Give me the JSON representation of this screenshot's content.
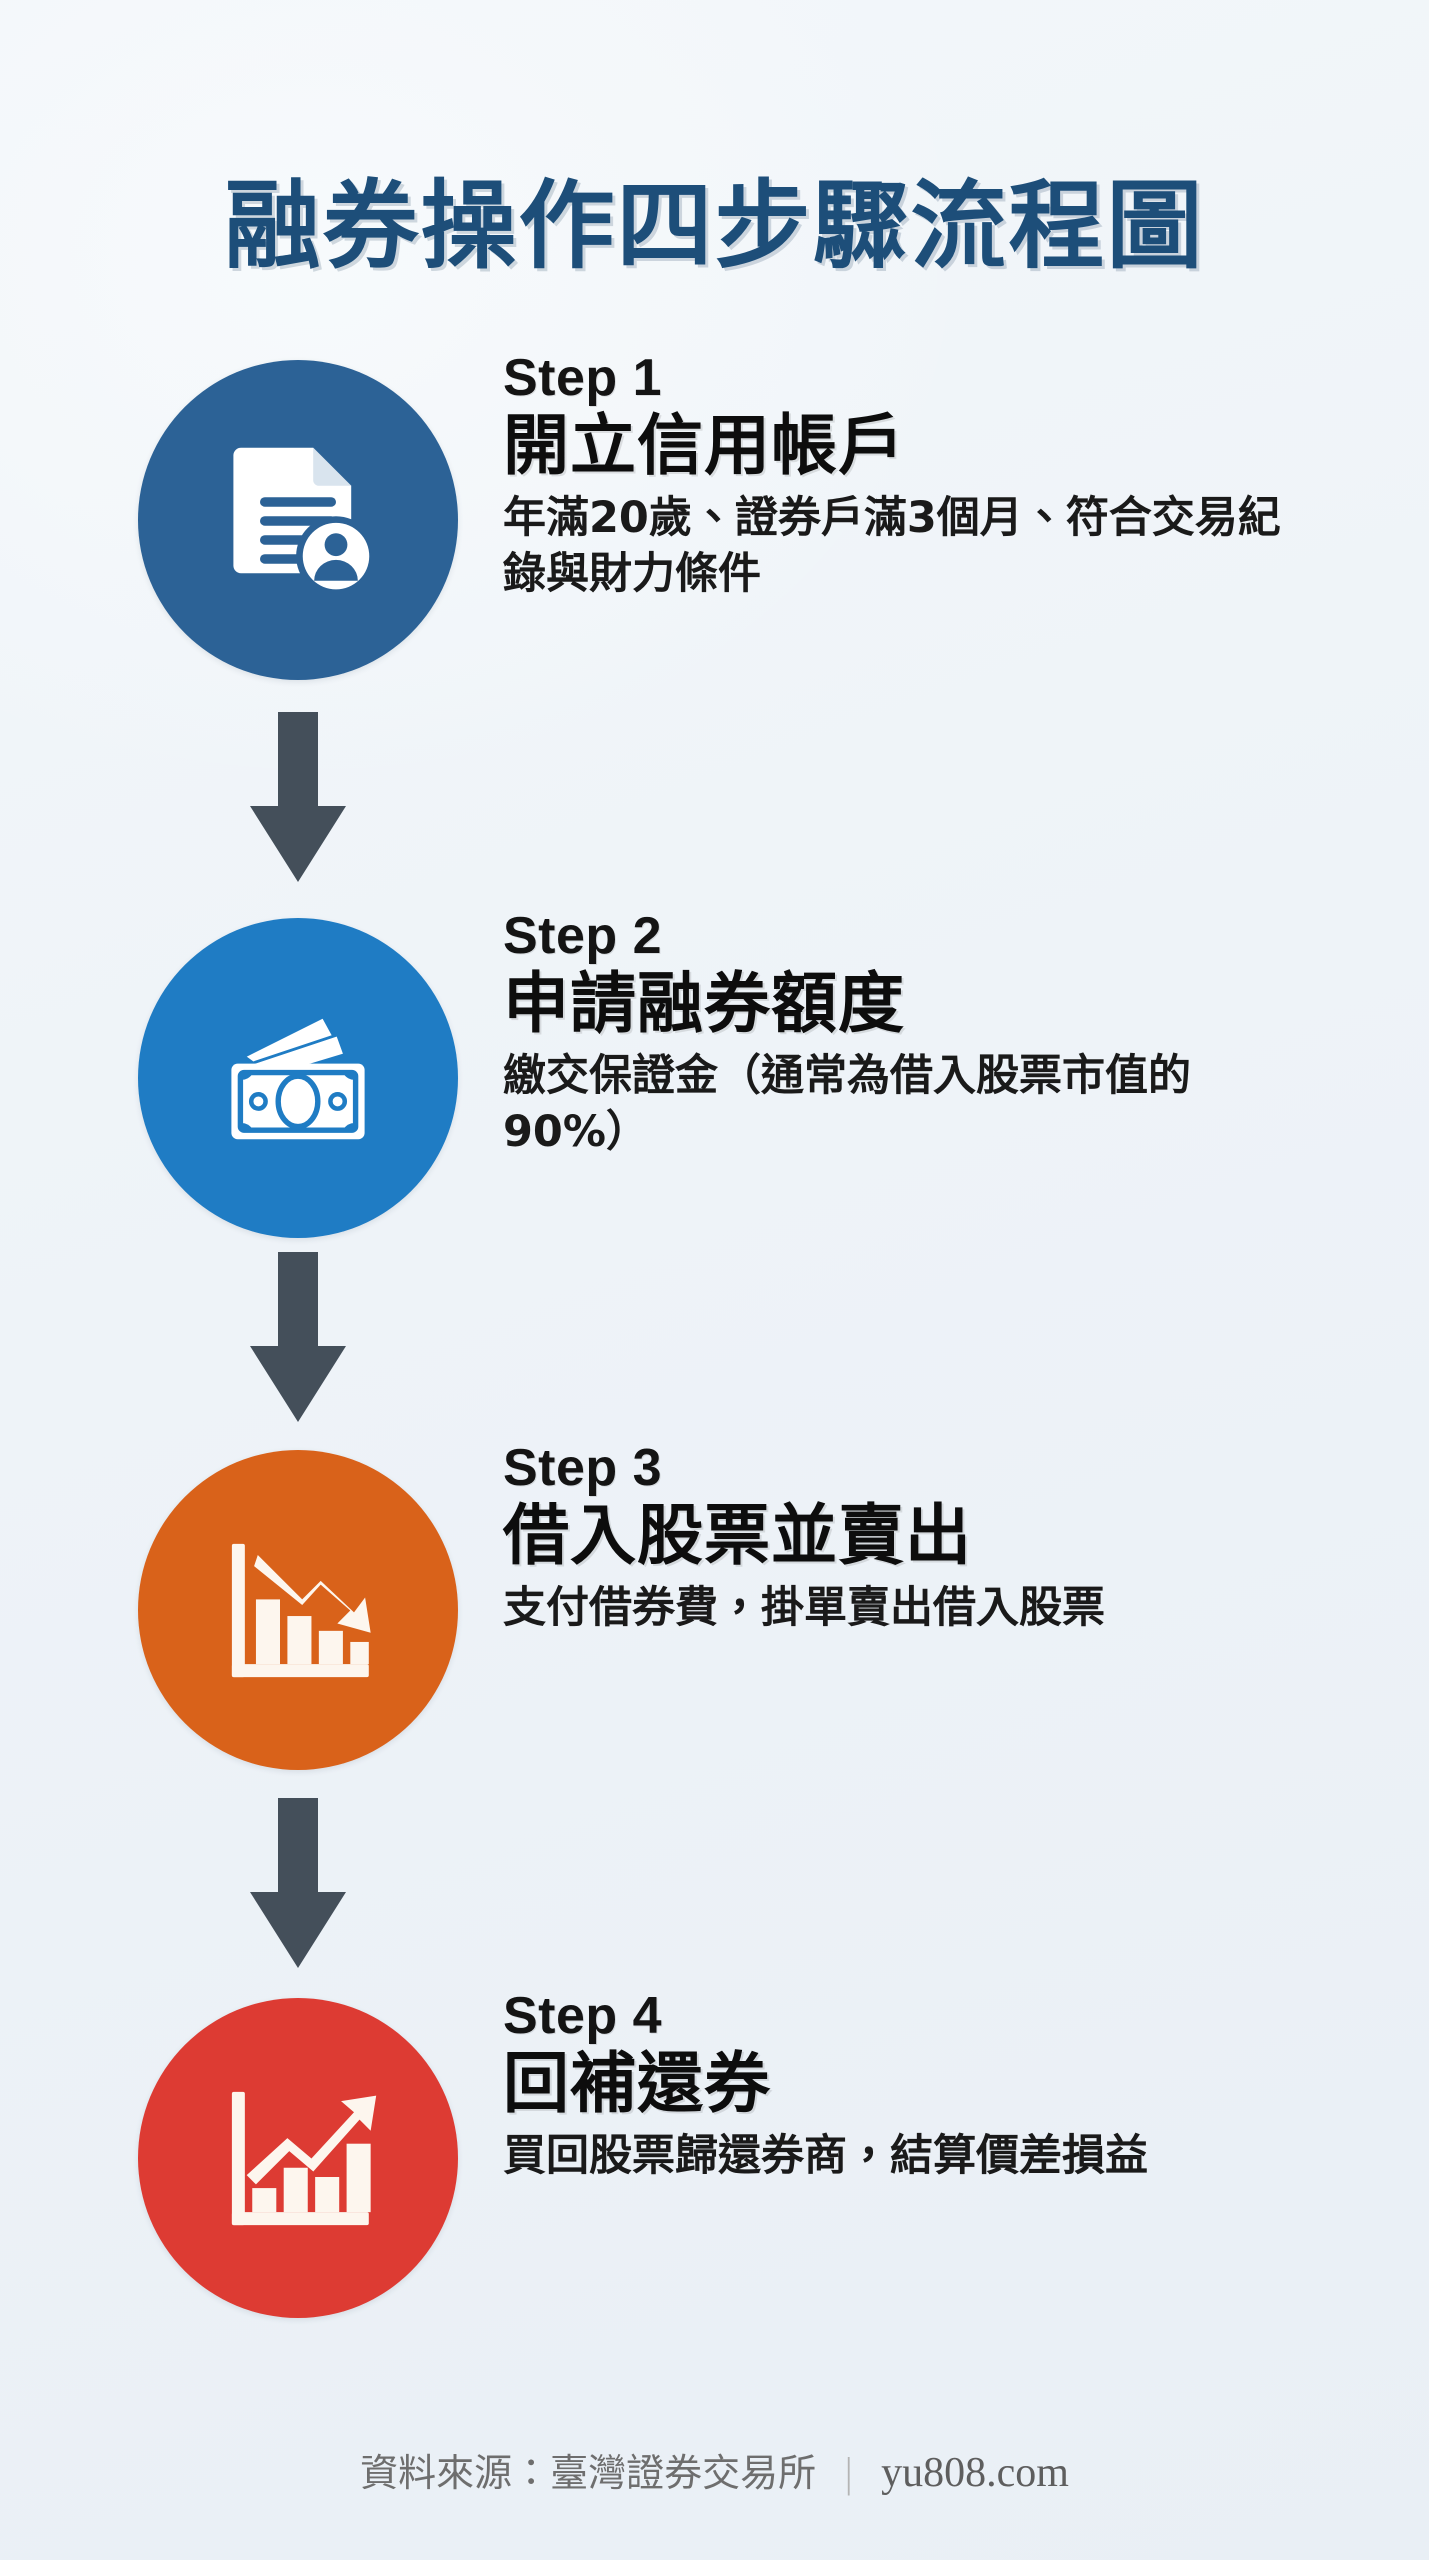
{
  "title": "融券操作四步驟流程圖",
  "title_color": "#1d4e79",
  "background_color": "#eef3f7",
  "arrow_color": "#444f5a",
  "steps": [
    {
      "label": "Step 1",
      "heading": "開立信用帳戶",
      "description": "年滿20歲、證券戶滿3個月、符合交易紀錄與財力條件",
      "icon": "document-person-icon",
      "circle_color": "#2c6296"
    },
    {
      "label": "Step 2",
      "heading": "申請融券額度",
      "description": "繳交保證金（通常為借入股票市值的90%）",
      "icon": "banknote-cash-icon",
      "circle_color": "#1f7cc4"
    },
    {
      "label": "Step 3",
      "heading": "借入股票並賣出",
      "description": "支付借券費，掛單賣出借入股票",
      "icon": "chart-down-arrow-icon",
      "circle_color": "#d9621a"
    },
    {
      "label": "Step 4",
      "heading": "回補還券",
      "description": "買回股票歸還券商，結算價差損益",
      "icon": "chart-up-arrow-icon",
      "circle_color": "#dd3b33"
    }
  ],
  "footer": {
    "source": "資料來源：臺灣證券交易所",
    "separator": "|",
    "site": "yu808.com"
  }
}
